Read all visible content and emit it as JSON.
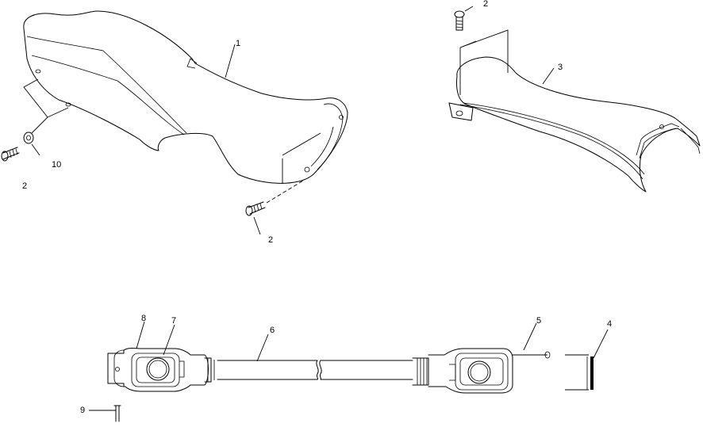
{
  "callouts": {
    "c1": "1",
    "c2a": "2",
    "c2b": "2",
    "c2c": "2",
    "c3": "3",
    "c4": "4",
    "c5": "5",
    "c6": "6",
    "c7": "7",
    "c8": "8",
    "c9": "9",
    "c10": "10"
  }
}
